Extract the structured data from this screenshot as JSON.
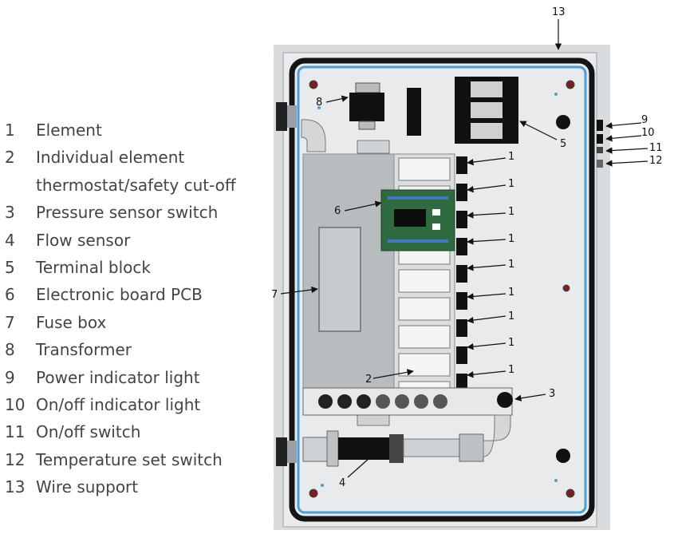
{
  "legend": [
    {
      "num": "1",
      "text": "Element"
    },
    {
      "num": "2",
      "text": "Individual element",
      "text2": "thermostat/safety cut-off"
    },
    {
      "num": "3",
      "text": "Pressure sensor switch"
    },
    {
      "num": "4",
      "text": "Flow sensor"
    },
    {
      "num": "5",
      "text": "Terminal block"
    },
    {
      "num": "6",
      "text": "Electronic board PCB"
    },
    {
      "num": "7",
      "text": "Fuse box"
    },
    {
      "num": "8",
      "text": "Transformer"
    },
    {
      "num": "9",
      "text": "Power indicator light"
    },
    {
      "num": "10",
      "text": "On/off indicator light"
    },
    {
      "num": "11",
      "text": "On/off switch"
    },
    {
      "num": "12",
      "text": "Temperature set switch"
    },
    {
      "num": "13",
      "text": "Wire support"
    }
  ],
  "callouts": [
    "1",
    "2",
    "3",
    "4",
    "5",
    "6",
    "7",
    "8",
    "9",
    "10",
    "11",
    "12",
    "13"
  ],
  "colors": {
    "frame": "#111111",
    "inner_trim": "#4a9fd6",
    "panel": "#e8eaec",
    "cabinet": "#d9dcdf",
    "pcb": "#2e6b3e",
    "legend_text": "#444444"
  }
}
